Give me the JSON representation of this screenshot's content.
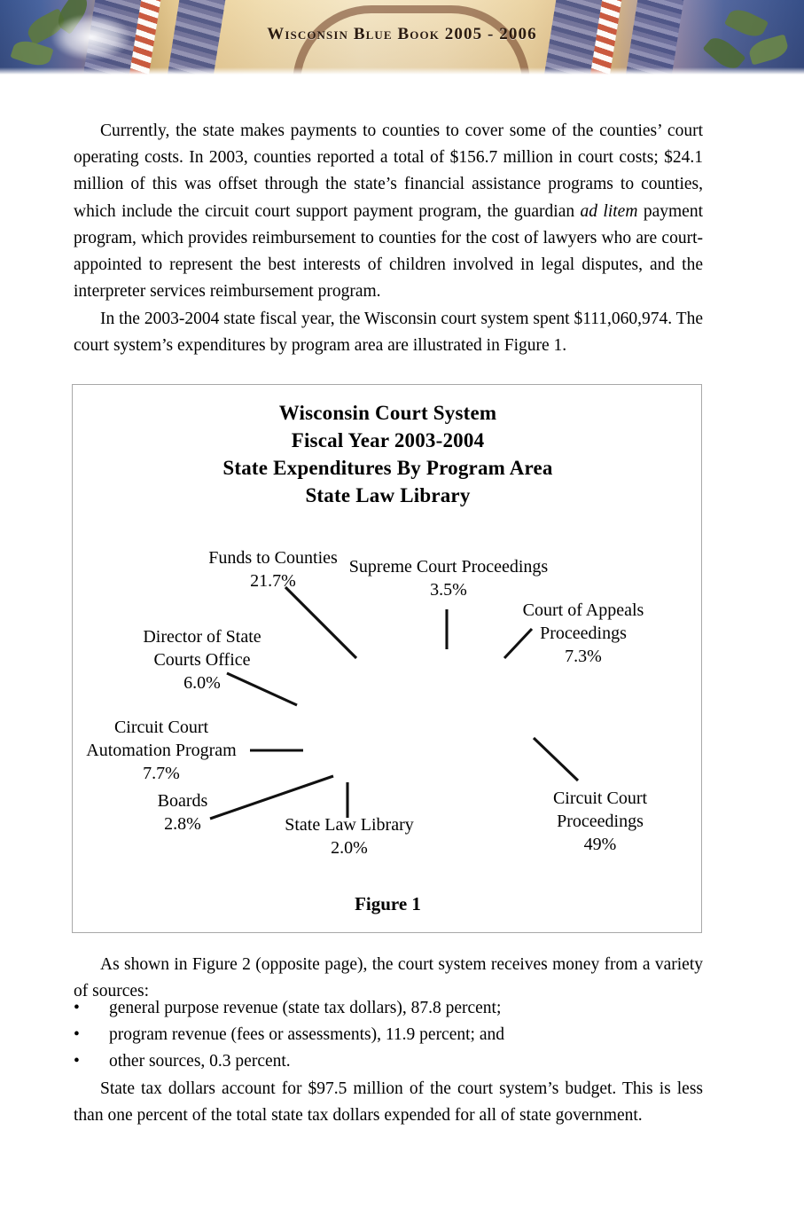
{
  "banner": {
    "title": "Wisconsin Blue Book  2005 - 2006"
  },
  "paragraphs": {
    "p1_part1": "Currently, the state makes payments to counties to cover some of the counties’ court operating costs.  In 2003, counties reported a total of $156.7 million in court costs; $24.1 million of this was offset through the state’s financial assistance programs to counties, which include the circuit court support payment program, the guardian ",
    "p1_italic": "ad litem",
    "p1_part2": " payment program, which provides reimbursement to counties for the cost of lawyers who are court-appointed to represent the best interests of children involved in legal disputes, and the interpreter services reimbursement program.",
    "p2": "In the 2003-2004 state fiscal year, the Wisconsin court system spent $111,060,974.  The court system’s expenditures by program area are illustrated in Figure 1.",
    "p3": "As shown in Figure 2 (opposite page), the court system receives money from a variety of sources:",
    "p4": "State tax dollars account for $97.5 million of the court system’s budget.  This is less than one percent of the total state tax dollars expended for all of state government."
  },
  "bullets": {
    "marker": "•",
    "items": [
      "general purpose revenue (state tax dollars), 87.8 percent;",
      "program revenue (fees or assessments), 11.9 percent; and",
      "other sources, 0.3 percent."
    ]
  },
  "figure": {
    "caption": "Figure 1",
    "title_lines": [
      "Wisconsin Court System",
      "Fiscal Year 2003-2004",
      "State Expenditures By Program Area",
      "State Law Library"
    ]
  },
  "chart_data": {
    "type": "pie",
    "title": "Wisconsin Court System Fiscal Year 2003-2004 State Expenditures By Program Area",
    "subtitle": "State Law Library",
    "caption": "Figure 1",
    "total_expenditures": "$111,060,974",
    "legend": "none",
    "grid": false,
    "labels": [
      "Funds to Counties",
      "Supreme Court Proceedings",
      "Court of Appeals Proceedings",
      "Director of State Courts Office",
      "Circuit Court Automation Program",
      "Boards",
      "State Law Library",
      "Circuit Court Proceedings"
    ],
    "values": [
      21.7,
      3.5,
      7.3,
      6.0,
      7.7,
      2.8,
      2.0,
      49.0
    ],
    "value_labels": [
      "21.7%",
      "3.5%",
      "7.3%",
      "6.0%",
      "7.7%",
      "2.8%",
      "2.0%",
      "49%"
    ],
    "units": "percent",
    "slices": [
      {
        "label": "Funds to Counties",
        "value": 21.7,
        "value_label": "21.7%"
      },
      {
        "label": "Supreme Court Proceedings",
        "value": 3.5,
        "value_label": "3.5%"
      },
      {
        "label": "Court of Appeals Proceedings",
        "value": 7.3,
        "value_label": "7.3%"
      },
      {
        "label": "Director of State Courts Office",
        "value": 6.0,
        "value_label": "6.0%"
      },
      {
        "label": "Circuit Court Automation Program",
        "value": 7.7,
        "value_label": "7.7%"
      },
      {
        "label": "Boards",
        "value": 2.8,
        "value_label": "2.8%"
      },
      {
        "label": "State Law Library",
        "value": 2.0,
        "value_label": "2.0%"
      },
      {
        "label": "Circuit Court Proceedings",
        "value": 49.0,
        "value_label": "49%"
      }
    ]
  },
  "chart_labels": {
    "funds_to_counties": "Funds to Counties\n21.7%",
    "supreme_court": "Supreme Court Proceedings\n3.5%",
    "court_of_appeals": "Court of Appeals\nProceedings\n7.3%",
    "director_state_courts": "Director of State\nCourts Office\n6.0%",
    "circuit_court_automation": "Circuit Court\nAutomation Program\n7.7%",
    "boards": "Boards\n2.8%",
    "state_law_library": "State Law Library\n2.0%",
    "circuit_court_proceedings": "Circuit Court\nProceedings\n49%"
  }
}
